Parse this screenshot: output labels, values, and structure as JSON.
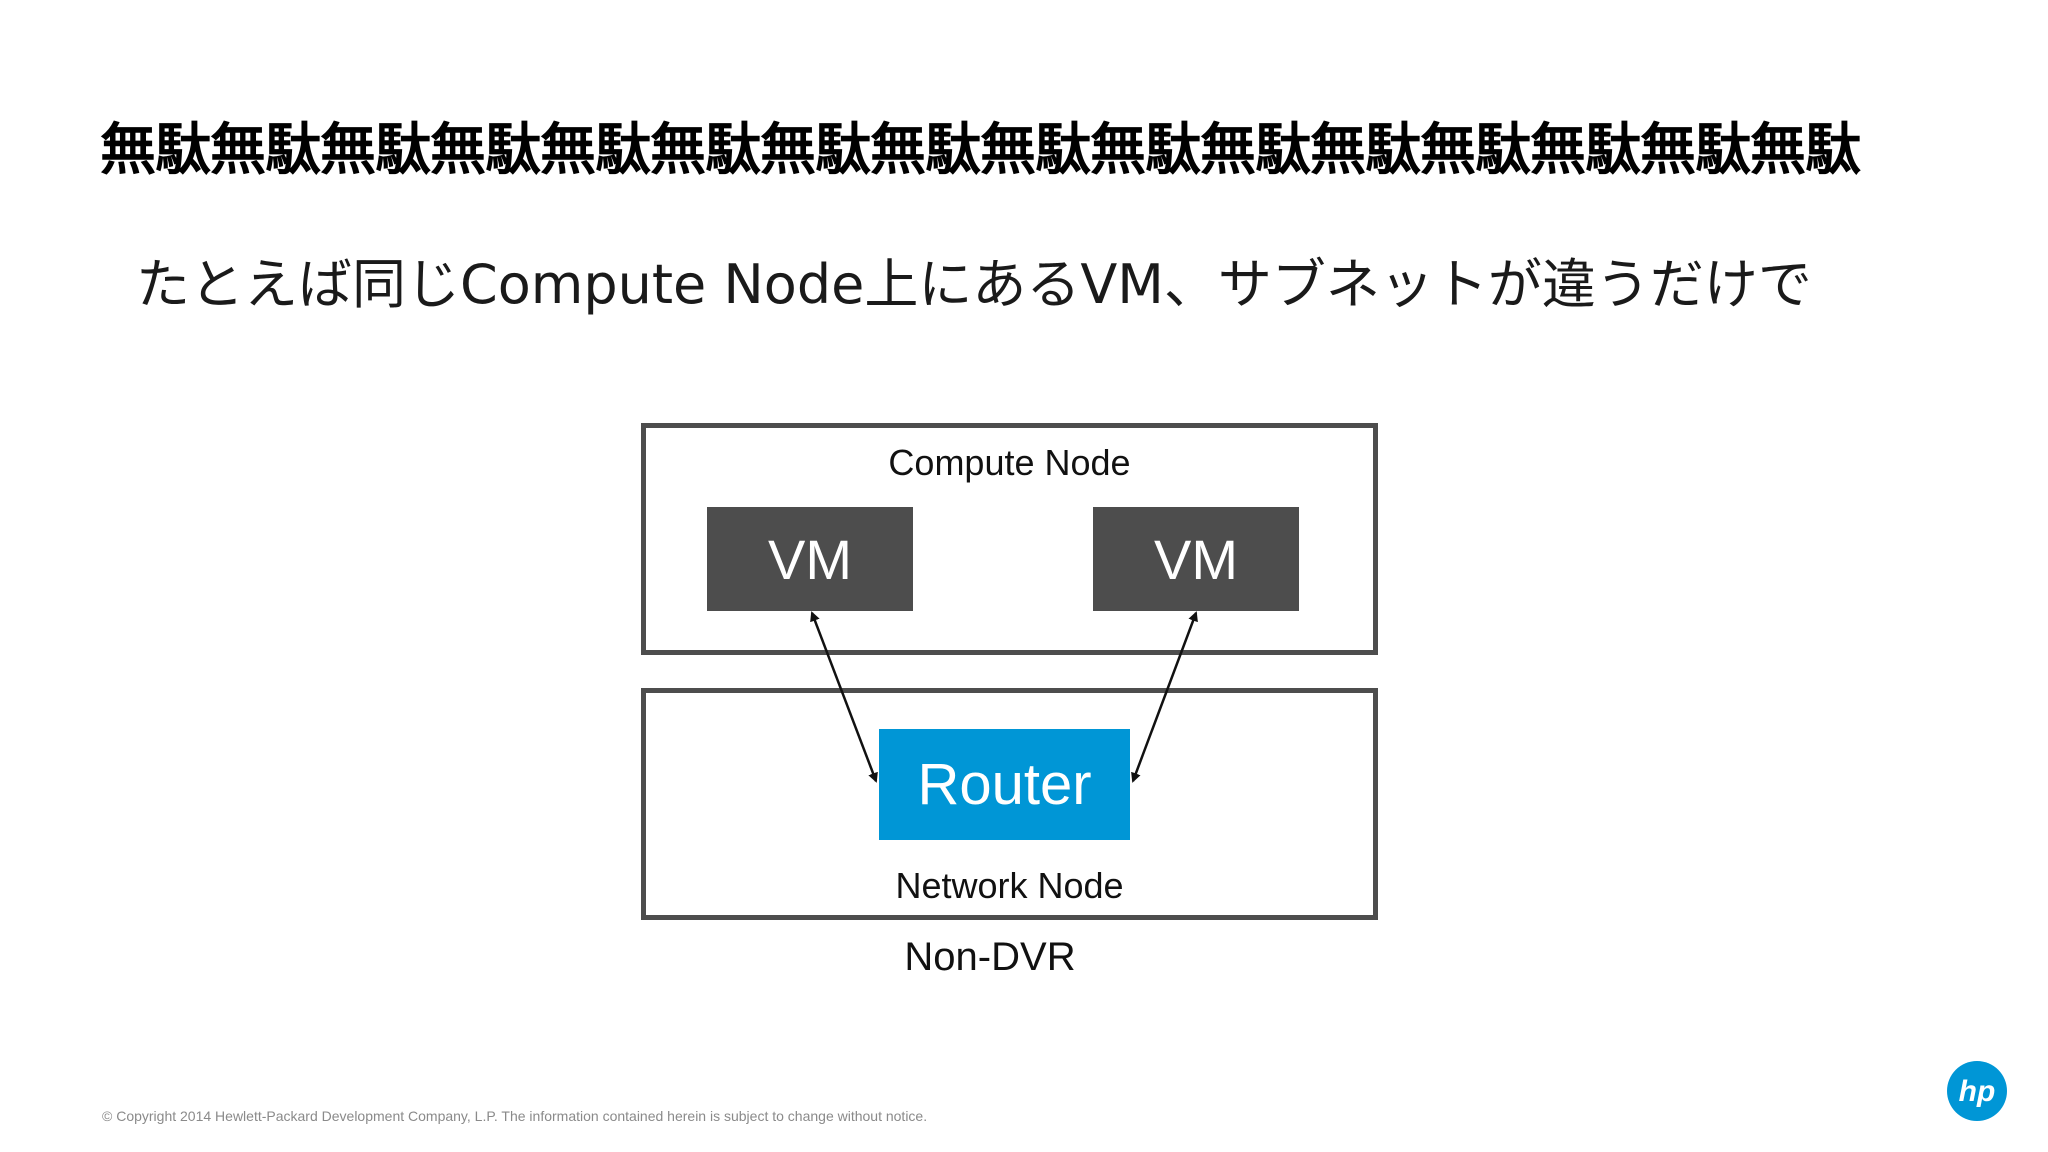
{
  "slide": {
    "title": "無駄無駄無駄無駄無駄無駄無駄無駄無駄無駄無駄無駄無駄無駄無駄無駄",
    "subtitle": "たとえば同じCompute Node上にあるVM、サブネットが違うだけで"
  },
  "diagram": {
    "compute_node_label": "Compute Node",
    "vm_left_label": "VM",
    "vm_right_label": "VM",
    "router_label": "Router",
    "network_node_label": "Network Node",
    "caption": "Non-DVR"
  },
  "colors": {
    "vm_fill": "#4d4d4d",
    "router_fill": "#0096d6",
    "box_border": "#4d4d4d",
    "logo_blue": "#0096d6"
  },
  "footer": {
    "copyright": "© Copyright 2014 Hewlett-Packard Development Company, L.P.  The information contained herein is subject to change without notice.",
    "logo_icon": "hp-logo-icon"
  }
}
